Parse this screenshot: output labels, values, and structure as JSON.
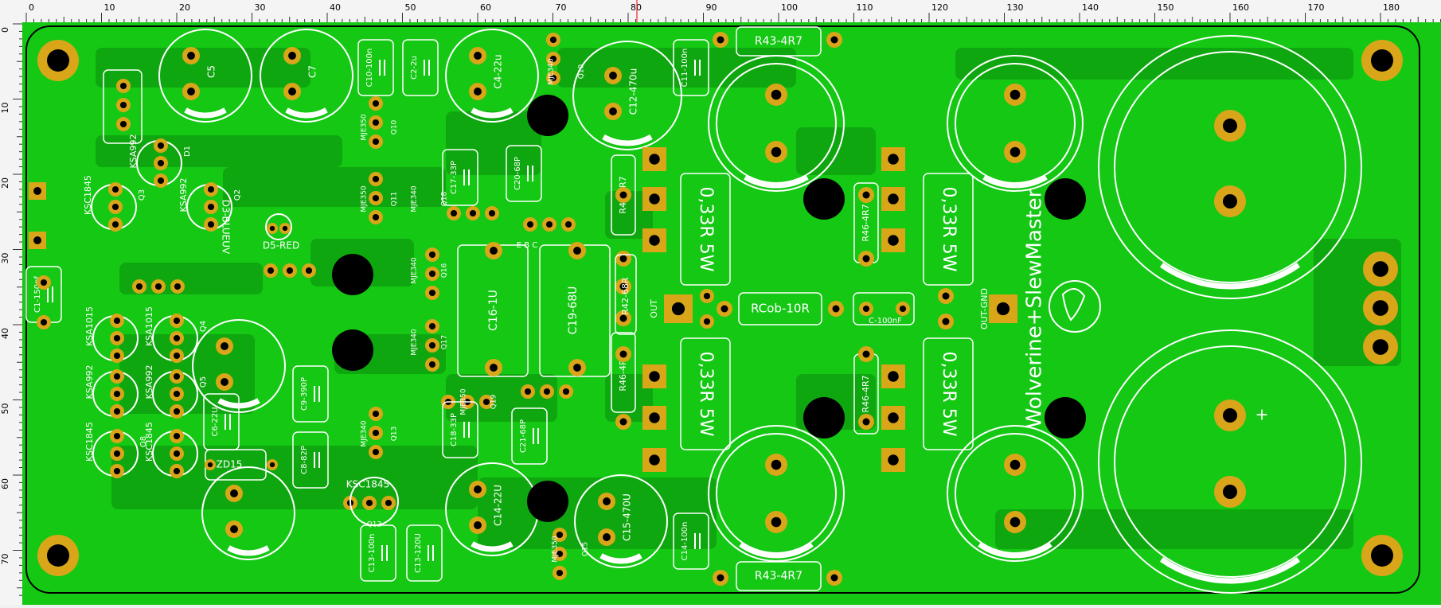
{
  "ruler": {
    "unit": "mm",
    "top_ticks": [
      "0",
      "10",
      "20",
      "30",
      "40",
      "50",
      "60",
      "70",
      "80",
      "90",
      "100",
      "110",
      "120",
      "130",
      "140",
      "150",
      "160",
      "170",
      "180"
    ],
    "left_ticks": [
      "0",
      "10",
      "20",
      "30",
      "40",
      "50",
      "60",
      "70"
    ]
  },
  "board": {
    "title": "Wolverine+SlewMaster",
    "labels": {
      "c5": "C5",
      "c7": "C7",
      "c10": "C10-100n",
      "c2": "C2-2u",
      "c4": "C4-22u",
      "q10": "Q10",
      "mje340_a": "MJE340",
      "c12": "C12-470u",
      "c11": "C11-100n",
      "r43a": "R43-4R7",
      "d1": "D1",
      "ksa992_1": "KSA992",
      "q2": "Q2",
      "ksa992_2": "KSA992",
      "q3": "Q3",
      "ksc1845_1": "KSC1845",
      "d3": "D3-BLUEUV",
      "d5": "D5-RED",
      "mje350_a": "MJE350",
      "q11": "Q11",
      "mje350_b": "MJE350",
      "c17": "C17-33P",
      "c20": "C20-68P",
      "q18": "Q18",
      "mje340_b": "MJE340",
      "r46a": "R46-4R7",
      "r033_1": "0,33R 5W",
      "r46b": "R46-4R7",
      "r033_2": "0,33R 5W",
      "c1": "C1-150pf",
      "ksa1015_1": "KSA1015",
      "q4": "Q4",
      "ksa1015_2": "KSA1015",
      "q16": "Q16",
      "mje340_c": "MJE340",
      "q17": "Q17",
      "mje340_d": "MJE340",
      "c16": "C16-1U",
      "c19": "C19-68U",
      "r42": "R42-68R",
      "out": "OUT",
      "rcob": "RCob-10R",
      "c100nf": "C-100nF",
      "outgnd": "OUT-GND",
      "ksa992_3": "KSA992",
      "q5": "Q5",
      "ksa992_4": "KSA992",
      "c9": "C9-390P",
      "q19": "Q19",
      "mje350_c": "MJE350",
      "c18": "C18-33P",
      "c21": "C21-68P",
      "r46c": "R46-4R7",
      "r033_3": "0,33R 5W",
      "r46d": "R46-4R7",
      "r033_4": "0,33R 5W",
      "c6": "C6-22U",
      "zd15": "ZD15",
      "q8": "Q8",
      "ksc1845_2": "KSC1845",
      "ksc1845_3": "KSC1845",
      "c8": "C8-82P",
      "q13": "Q13",
      "mje340_e": "MJE340",
      "ksc1845_4": "KSC1845",
      "q12": "Q12",
      "c13": "C13-100n",
      "c13b": "C13-120U",
      "c14": "C14-22U",
      "q15": "Q15",
      "mje350_d": "MJE350",
      "c15": "C15-470U",
      "c14b": "C14-100n",
      "r43b": "R43-4R7",
      "ebc": "E B C"
    }
  },
  "colors": {
    "copper": "#14c814",
    "copper_dark": "#0fa70f",
    "pad": "#d9a61a",
    "silk": "#ffffff",
    "hole": "#000000"
  }
}
